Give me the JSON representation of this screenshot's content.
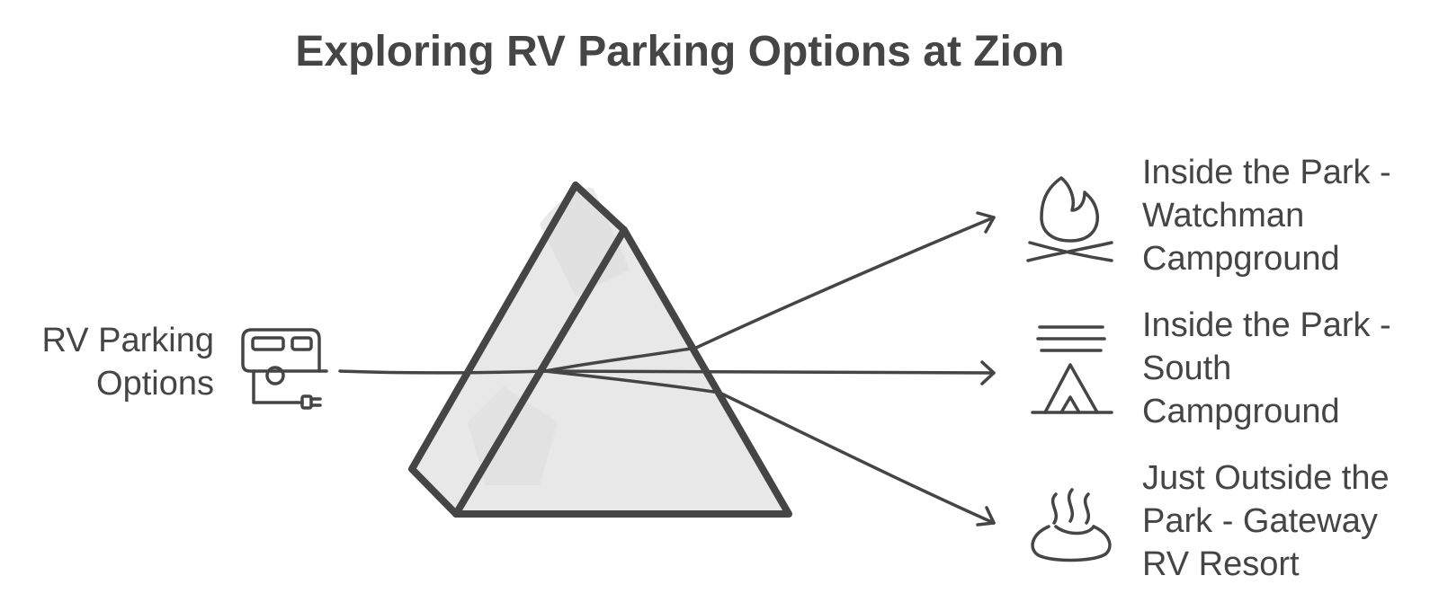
{
  "title": "Exploring RV Parking Options at Zion",
  "source": {
    "lines": [
      "RV Parking",
      "Options"
    ],
    "icon": "rv-trailer-icon"
  },
  "options": [
    {
      "lines": [
        "Inside the Park -",
        "Watchman",
        "Campground"
      ],
      "icon": "campfire-icon"
    },
    {
      "lines": [
        "Inside the Park -",
        "South",
        "Campground"
      ],
      "icon": "tent-icon"
    },
    {
      "lines": [
        "Just Outside the",
        "Park - Gateway",
        "RV Resort"
      ],
      "icon": "hot-spring-icon"
    }
  ],
  "colors": {
    "ink": "#454545",
    "prism_fill": "#e8e8e8",
    "background": "#ffffff"
  }
}
